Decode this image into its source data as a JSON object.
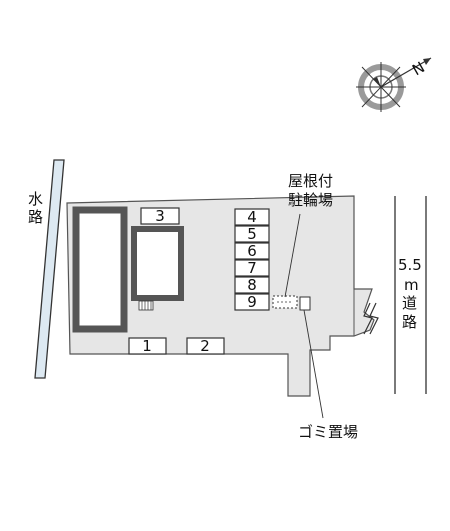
{
  "labels": {
    "canal": "水路",
    "road_width": "5.5",
    "road_unit": "m",
    "road": "道路",
    "bike_parking": [
      "屋根付",
      "駐輪場"
    ],
    "garbage": "ゴミ置場"
  },
  "compass": {
    "north_letter": "N"
  },
  "parking": {
    "stalls_right": [
      "4",
      "5",
      "6",
      "7",
      "8",
      "9"
    ],
    "stall_top": "3",
    "stalls_bottom": [
      "1",
      "2"
    ]
  }
}
